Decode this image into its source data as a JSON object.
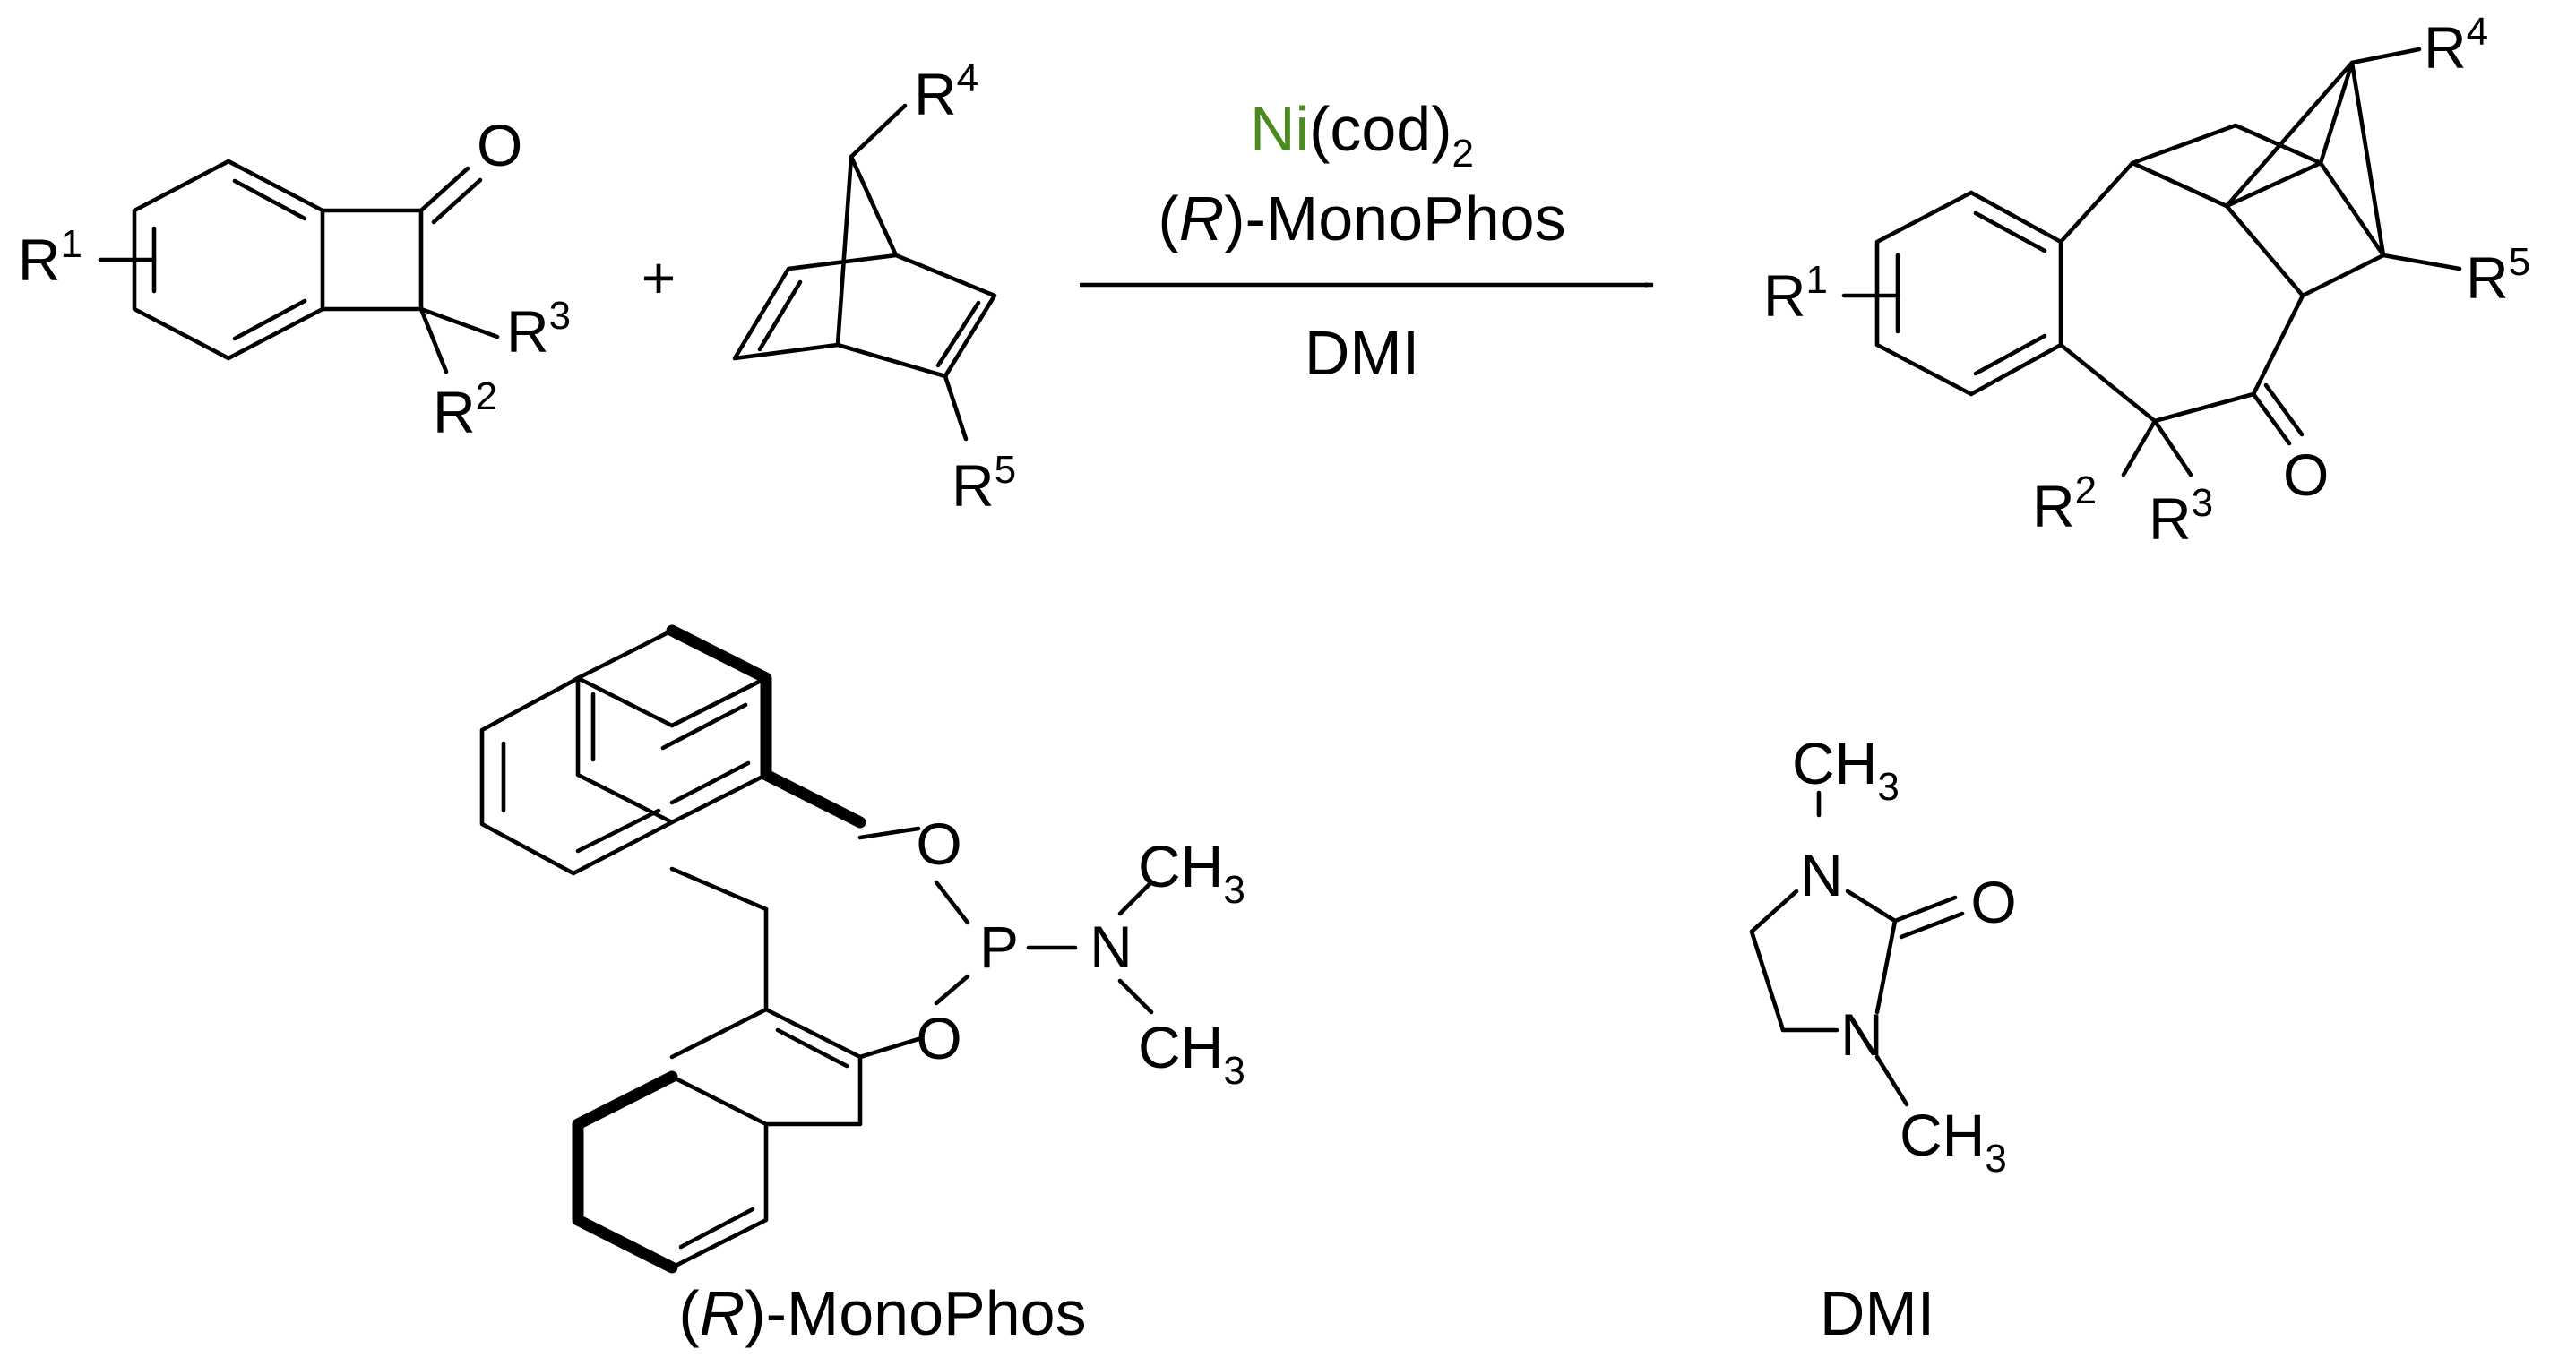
{
  "colors": {
    "bond": "#000000",
    "oxygen": "#dc2a0c",
    "nitrogen": "#1e22e6",
    "phosphorus": "#eeb224",
    "nickel": "#4a8a1e"
  },
  "reactant1": {
    "r1": "R",
    "r1_sup": "1",
    "r2": "R",
    "r2_sup": "2",
    "r3": "R",
    "r3_sup": "3",
    "o": "O"
  },
  "plus": "+",
  "reactant2": {
    "r4": "R",
    "r4_sup": "4",
    "r5": "R",
    "r5_sup": "5"
  },
  "conditions": {
    "catalyst_metal": "Ni",
    "catalyst_ligand": "(cod)",
    "catalyst_sub": "2",
    "ligand_open": "(",
    "ligand_italic": "R",
    "ligand_rest": ")-MonoPhos",
    "solvent": "DMI"
  },
  "product": {
    "r1": "R",
    "r1_sup": "1",
    "r2": "R",
    "r2_sup": "2",
    "r3": "R",
    "r3_sup": "3",
    "r4": "R",
    "r4_sup": "4",
    "r5": "R",
    "r5_sup": "5",
    "o": "O"
  },
  "monophos": {
    "o_top": "O",
    "o_bottom": "O",
    "p": "P",
    "n": "N",
    "ch3_top": "CH",
    "ch3_top_sub": "3",
    "ch3_bottom": "CH",
    "ch3_bottom_sub": "3",
    "caption_open": "(",
    "caption_italic": "R",
    "caption_rest": ")-MonoPhos"
  },
  "dmi": {
    "n_top": "N",
    "n_bottom": "N",
    "o": "O",
    "ch3_top": "CH",
    "ch3_top_sub": "3",
    "ch3_bottom": "CH",
    "ch3_bottom_sub": "3",
    "caption": "DMI"
  }
}
